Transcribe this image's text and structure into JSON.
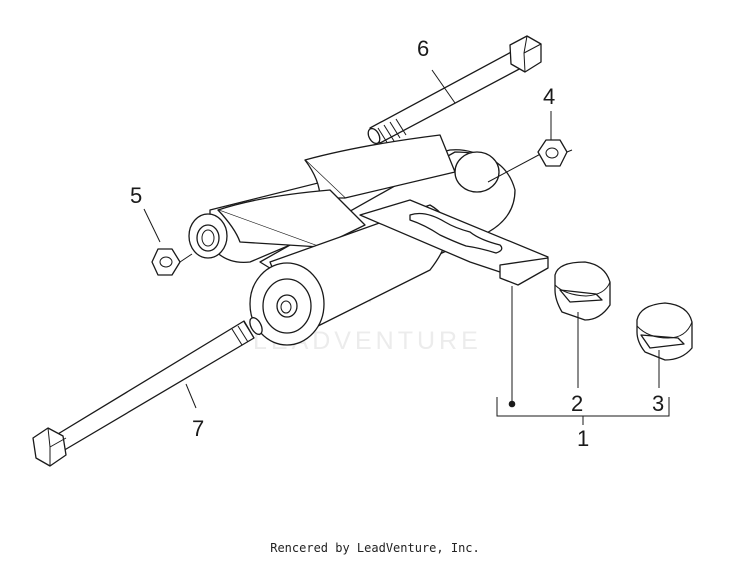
{
  "callouts": {
    "c1": "1",
    "c2": "2",
    "c3": "3",
    "c4": "4",
    "c5": "5",
    "c6": "6",
    "c7": "7"
  },
  "watermark": {
    "text": "LEADVENTURE"
  },
  "footer": {
    "text": "Rencered by LeadVenture, Inc."
  },
  "colors": {
    "line": "#1a1a1a",
    "watermark": "#ececec",
    "background": "#ffffff"
  }
}
